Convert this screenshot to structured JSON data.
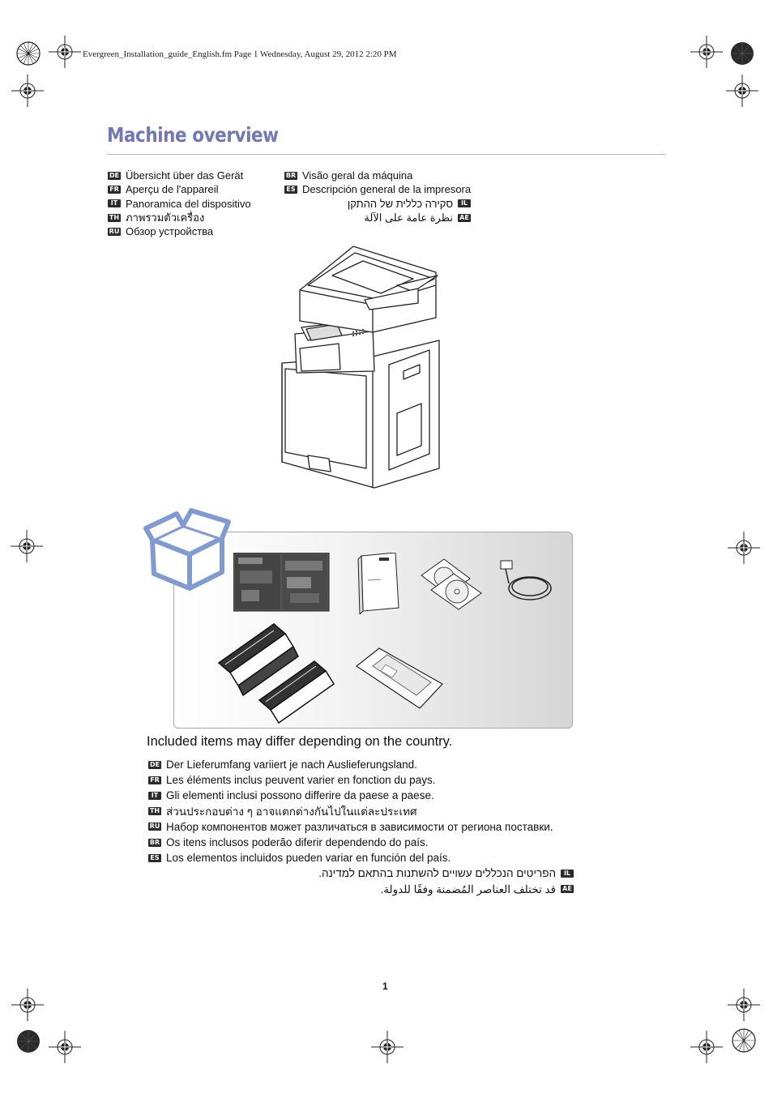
{
  "header": {
    "file_info": "Evergreen_Installation_guide_English.fm  Page 1  Wednesday, August 29, 2012  2:20 PM"
  },
  "title": "Machine overview",
  "languages_left": [
    {
      "code": "DE",
      "text": "Übersicht über das Gerät"
    },
    {
      "code": "FR",
      "text": "Aperçu de l'appareil"
    },
    {
      "code": "IT",
      "text": "Panoramica del dispositivo"
    },
    {
      "code": "TH",
      "text": "ภาพรวมตัวเครื่อง"
    },
    {
      "code": "RU",
      "text": "Обзор устройства"
    }
  ],
  "languages_right": [
    {
      "code": "BR",
      "text": "Visão geral da máquina"
    },
    {
      "code": "ES",
      "text": "Descripción general de la impresora"
    },
    {
      "code": "IL",
      "text": "סקירה כללית של ההתקן"
    },
    {
      "code": "AE",
      "text": "نظرة عامة على الآلة"
    }
  ],
  "included_note": "Included items may differ depending on the country.",
  "notes": [
    {
      "code": "DE",
      "text": "Der Lieferumfang variiert je nach Auslieferungsland.",
      "rtl": false
    },
    {
      "code": "FR",
      "text": "Les éléments inclus peuvent varier en fonction du pays.",
      "rtl": false
    },
    {
      "code": "IT",
      "text": "Gli elementi inclusi possono differire da paese a paese.",
      "rtl": false
    },
    {
      "code": "TH",
      "text": "ส่วนประกอบต่าง ๆ อาจแตกต่างกันไปในแต่ละประเทศ",
      "rtl": false
    },
    {
      "code": "RU",
      "text": "Набор компонентов может различаться в зависимости от региона поставки.",
      "rtl": false
    },
    {
      "code": "BR",
      "text": "Os itens inclusos poderão diferir dependendo do país.",
      "rtl": false
    },
    {
      "code": "ES",
      "text": "Los elementos incluidos pueden variar en función del país.",
      "rtl": false
    },
    {
      "code": "IL",
      "text": "הפריטים הנכללים עשויים להשתנות בהתאם למדינה.",
      "rtl": true
    },
    {
      "code": "AE",
      "text": "قد تختلف العناصر المُضمنة وفقًا للدولة.",
      "rtl": true
    }
  ],
  "page_number": "1",
  "colors": {
    "title": "#7377b6",
    "box_icon": "#7f9bd1",
    "badge": "#2b2b2b"
  }
}
